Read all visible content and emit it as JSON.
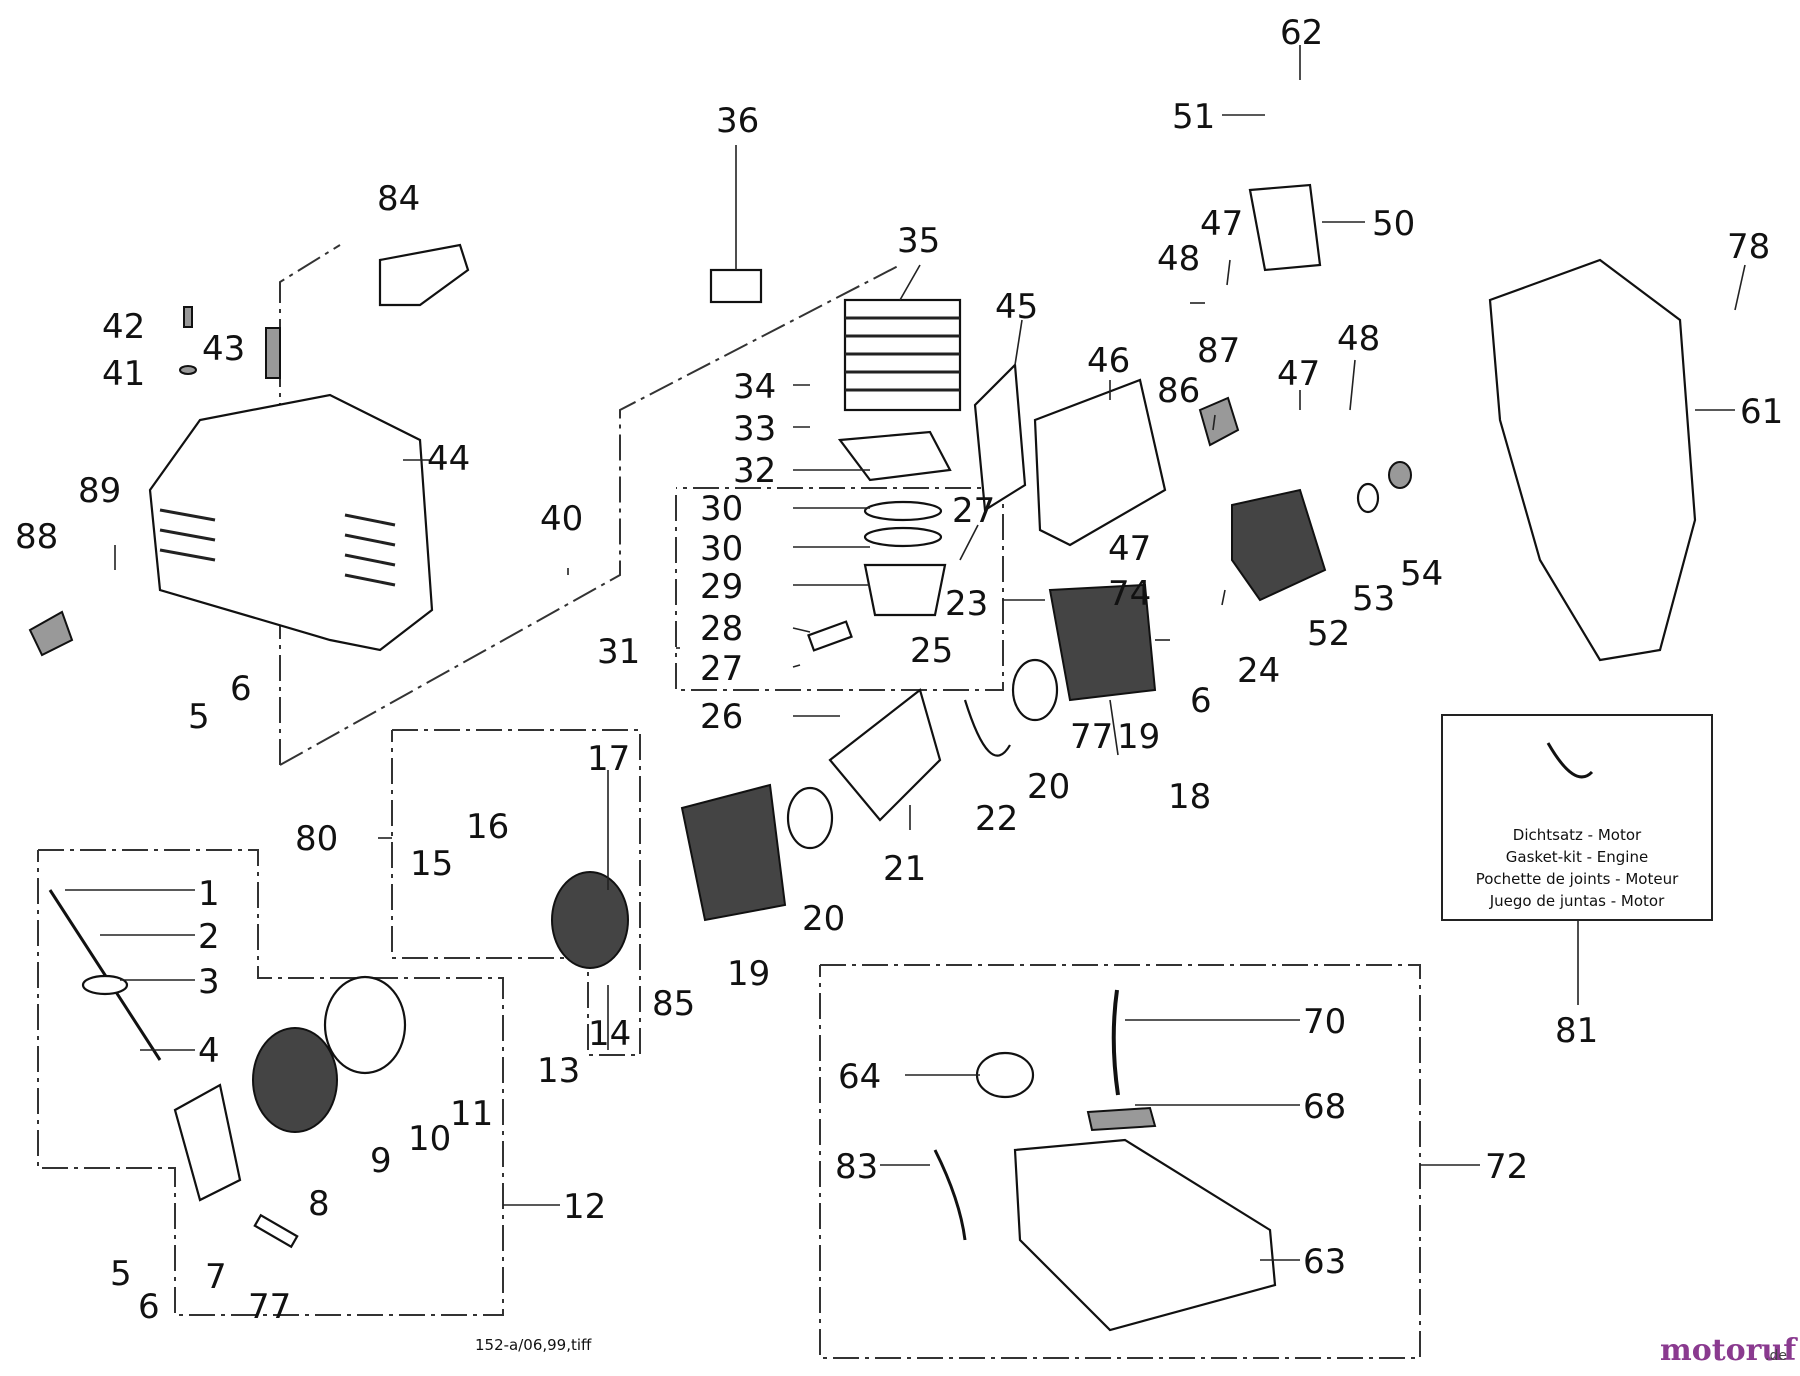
{
  "drawing_id": "152-a/06,99,tiff",
  "legend_box": {
    "lines": [
      "Dichtsatz - Motor",
      "Gasket-kit - Engine",
      "Pochette de joints - Moteur",
      "Juego de juntas - Motor"
    ]
  },
  "brand": {
    "main": "motoruf",
    "tld": ".de"
  },
  "labels": {
    "p62": "62",
    "p51": "51",
    "p47a": "47",
    "p50": "50",
    "p48a": "48",
    "p78": "78",
    "p61": "61",
    "p36": "36",
    "p35": "35",
    "p84": "84",
    "p45": "45",
    "p46": "46",
    "p86": "86",
    "p87": "87",
    "p47b": "47",
    "p48b": "48",
    "p42": "42",
    "p43": "43",
    "p41": "41",
    "p34": "34",
    "p33": "33",
    "p32": "32",
    "p44": "44",
    "p30a": "30",
    "p30b": "30",
    "p27a": "27",
    "p29": "29",
    "p89": "89",
    "p88": "88",
    "p40": "40",
    "p47c": "47",
    "p74": "74",
    "p53": "53",
    "p54": "54",
    "p52": "52",
    "p23": "23",
    "p31": "31",
    "p28": "28",
    "p27b": "27",
    "p25": "25",
    "p24": "24",
    "p6a": "6",
    "p5a": "5",
    "p6b": "6",
    "p26": "26",
    "p19a": "19",
    "p77a": "77",
    "p20a": "20",
    "p22": "22",
    "p18": "18",
    "p17": "17",
    "p80": "80",
    "p16": "16",
    "p15": "15",
    "p1": "1",
    "p2": "2",
    "p3": "3",
    "p4": "4",
    "p21": "21",
    "p20b": "20",
    "p19b": "19",
    "p85": "85",
    "p14": "14",
    "p13": "13",
    "p11": "11",
    "p10": "10",
    "p9": "9",
    "p8": "8",
    "p12": "12",
    "p5b": "5",
    "p6c": "6",
    "p7": "7",
    "p77b": "77",
    "p70": "70",
    "p64": "64",
    "p68": "68",
    "p83": "83",
    "p72": "72",
    "p63": "63",
    "p81": "81"
  }
}
